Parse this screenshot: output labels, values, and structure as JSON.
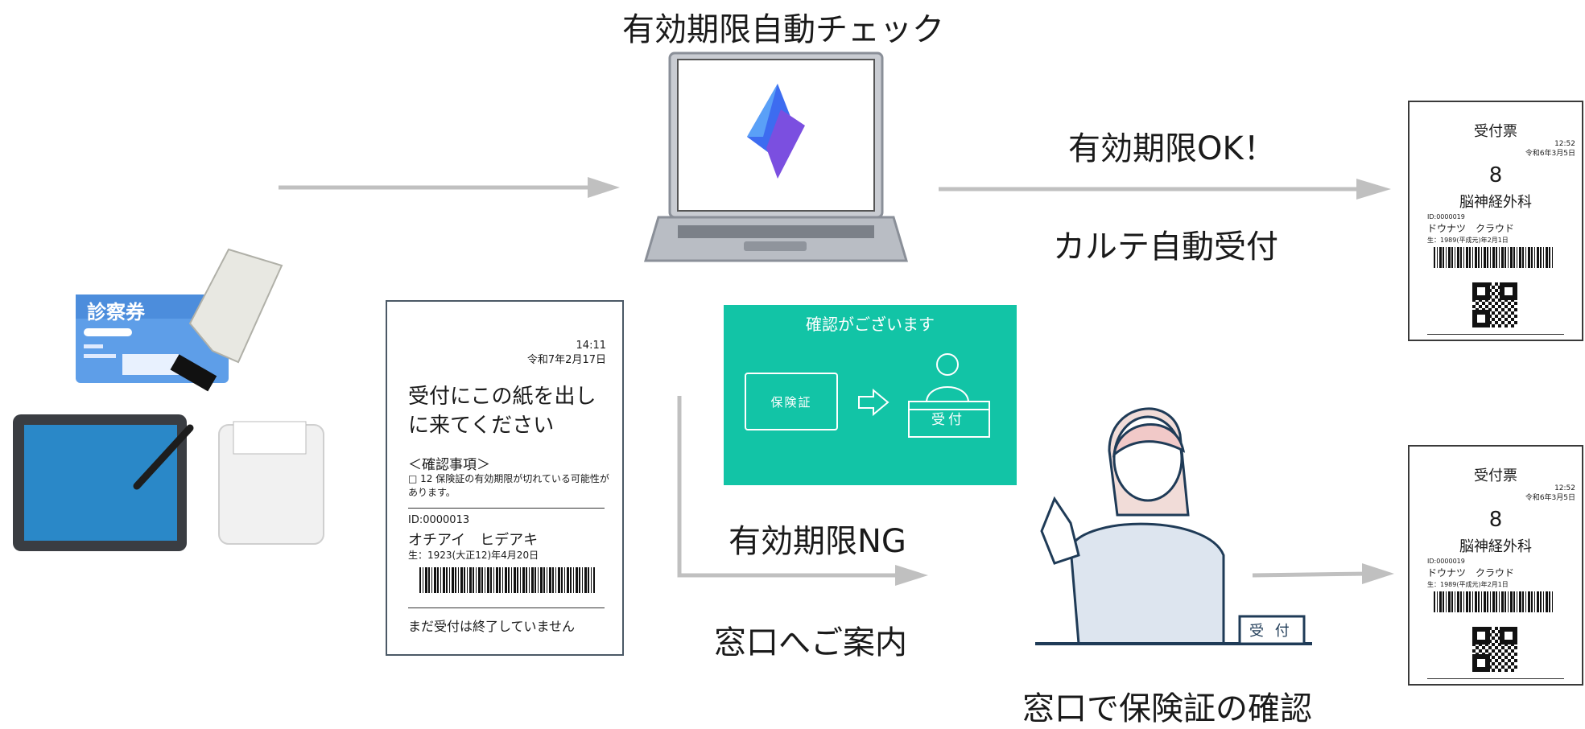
{
  "labels": {
    "auto_check": "有効期限自動チェック",
    "valid_ok": "有効期限OK！",
    "auto_reception": "カルテ自動受付",
    "valid_ng": "有効期限NG",
    "guide_window": "窓口へご案内",
    "window_confirm": "窓口で保険証の確認"
  },
  "card": {
    "text": "診察券"
  },
  "ticket_top": {
    "title": "受付票",
    "time": "12:52",
    "date": "令和6年3月5日",
    "number": "8",
    "department": "脳神経外科",
    "id": "ID:0000019",
    "name": "ドウナツ　クラウド",
    "birth": "生：1989(平成元)年2月1日"
  },
  "ticket_bottom": {
    "title": "受付票",
    "time": "12:52",
    "date": "令和6年3月5日",
    "number": "8",
    "department": "脳神経外科",
    "id": "ID:0000019",
    "name": "ドウナツ　クラウド",
    "birth": "生：1989(平成元)年2月1日"
  },
  "slip": {
    "time": "14:11",
    "date": "令和7年2月17日",
    "heading_line1": "受付にこの紙を出し",
    "heading_line2": "に来てください",
    "confirm_title": "＜確認事項＞",
    "confirm_item": "□ 12 保険証の有効期限が切れている可能性があります。",
    "id": "ID:0000013",
    "name": "オチアイ　ヒデアキ",
    "birth": "生：1923(大正12)年4月20日",
    "footer": "まだ受付は終了していません"
  },
  "screen": {
    "title": "確認がございます",
    "insurance_box": "保険証",
    "reception_desk": "受付"
  },
  "desk_sign": "受 付",
  "colors": {
    "arrow": "#c0c0c0",
    "teal": "#12c4a6",
    "app_blue": "#3d6cf0",
    "app_purple": "#7b4fe0"
  },
  "icons": [
    "warning-icon",
    "arrow-right-icon",
    "person-icon",
    "laptop-icon",
    "app-logo-icon",
    "barcode-scanner-icon",
    "tablet-icon",
    "printer-icon",
    "receptionist-icon"
  ]
}
